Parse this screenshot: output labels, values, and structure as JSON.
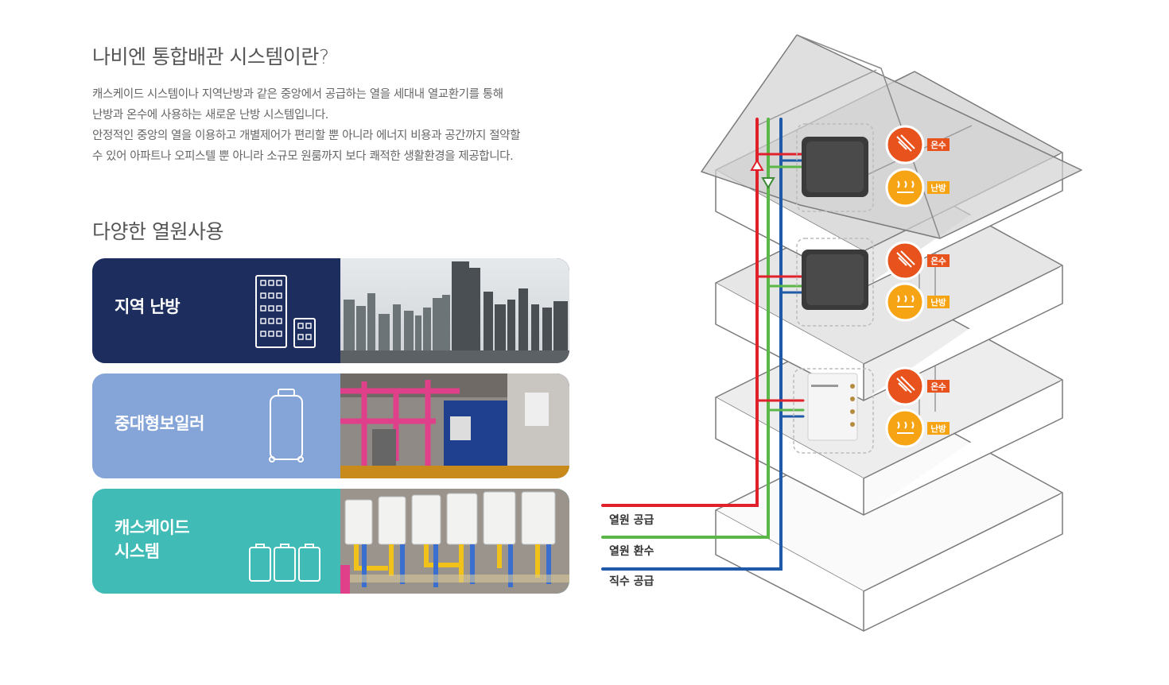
{
  "intro": {
    "title": "나비엔 통합배관 시스템이란?",
    "paragraphs": [
      "캐스케이드 시스템이나 지역난방과 같은 중앙에서 공급하는 열을 세대내 열교환기를 통해",
      "난방과 온수에 사용하는 새로운 난방 시스템입니다.",
      "안정적인 중앙의 열을 이용하고 개별제어가 편리할 뿐 아니라 에너지 비용과 공간까지 절약할",
      "수 있어 아파트나 오피스텔 뿐 아니라 소규모 원룸까지 보다 쾌적한 생활환경을 제공합니다."
    ]
  },
  "sources": {
    "title": "다양한 열원사용",
    "cards": [
      {
        "label": "지역 난방",
        "icon": "buildings-icon",
        "color": "#1d2e5e"
      },
      {
        "label": "중대형보일러",
        "icon": "boiler-icon",
        "color": "#85a5d8"
      },
      {
        "label": "캐스케이드\n시스템",
        "icon": "cascade-units-icon",
        "color": "#40bbb6"
      }
    ]
  },
  "diagram": {
    "floors": [
      {
        "hot_water": "온수",
        "heating": "난방"
      },
      {
        "hot_water": "온수",
        "heating": "난방"
      },
      {
        "hot_water": "온수",
        "heating": "난방"
      }
    ],
    "legend": [
      {
        "label": "열원 공급",
        "color": "#e0202a"
      },
      {
        "label": "열원 환수",
        "color": "#5ab748"
      },
      {
        "label": "직수 공급",
        "color": "#1e5aa8"
      }
    ],
    "colors": {
      "badge_orange": "#f7a414",
      "badge_red": "#e8531d"
    }
  }
}
